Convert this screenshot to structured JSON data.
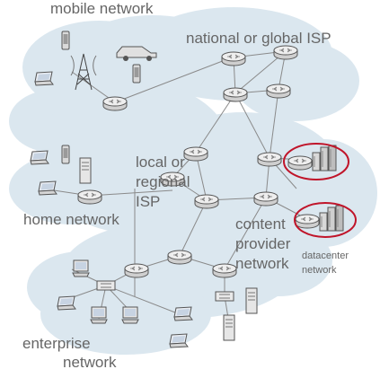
{
  "regions": {
    "mobile_network": "mobile network",
    "national_isp": "national or global ISP",
    "local_isp_line1": "local or",
    "local_isp_line2": "regional",
    "local_isp_line3": "ISP",
    "home_network": "home network",
    "content_provider_line1": "content",
    "content_provider_line2": "provider",
    "content_provider_line3": "network",
    "datacenter_line1": "datacenter",
    "datacenter_line2": "network",
    "enterprise_line1": "enterprise",
    "enterprise_line2": "network"
  },
  "colors": {
    "cloud": "#dbe7ef",
    "link": "#8a8a8a",
    "router_fill": "#e6e6e6",
    "router_stroke": "#555555",
    "highlight_ring": "#c0152a",
    "text": "#666666"
  },
  "icons": [
    "router-icon",
    "laptop-icon",
    "phone-icon",
    "server-icon",
    "cell-tower-icon",
    "car-icon",
    "datacenter-icon",
    "desktop-icon",
    "link-switch-icon"
  ]
}
